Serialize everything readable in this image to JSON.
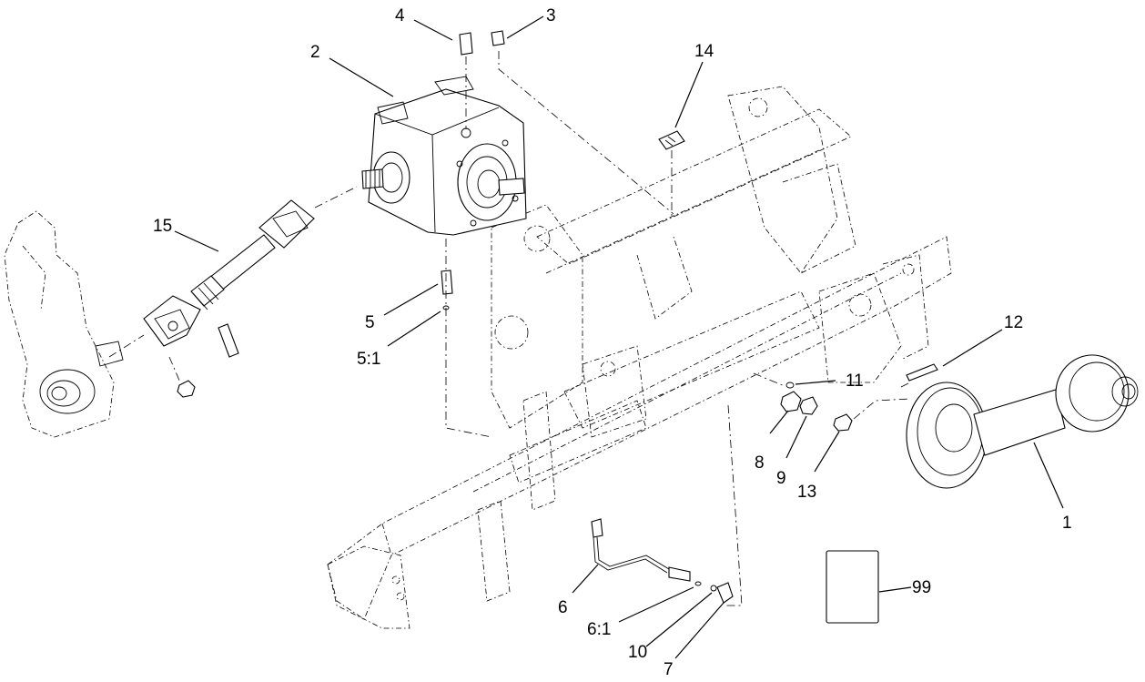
{
  "callouts": {
    "c1": "1",
    "c2": "2",
    "c3": "3",
    "c4": "4",
    "c5": "5",
    "c5_1": "5:1",
    "c6": "6",
    "c6_1": "6:1",
    "c7": "7",
    "c8": "8",
    "c9": "9",
    "c10": "10",
    "c11": "11",
    "c12": "12",
    "c13": "13",
    "c14": "14",
    "c15": "15",
    "c99": "99"
  }
}
